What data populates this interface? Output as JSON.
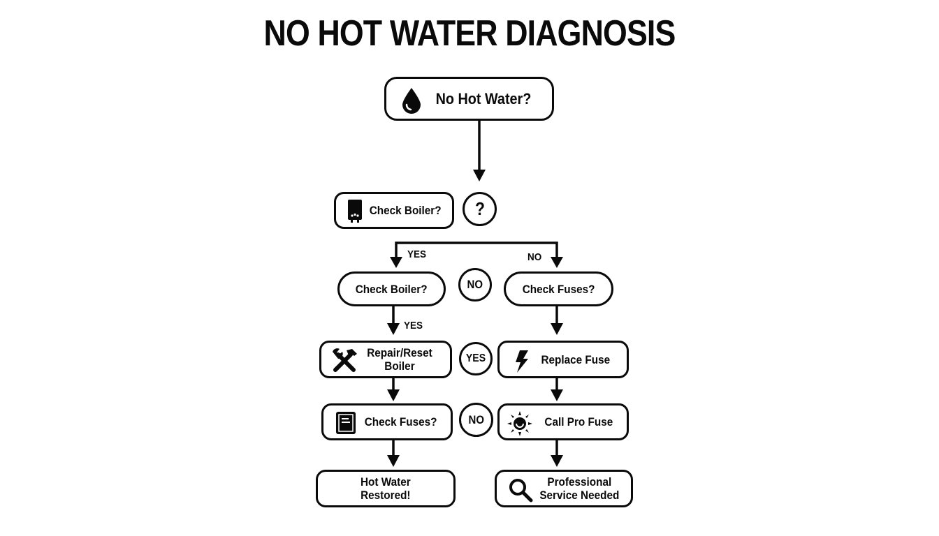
{
  "title": "NO HOT WATER DIAGNOSIS",
  "nodes": {
    "start": {
      "label": "No Hot Water?",
      "icon": "water-drop-icon"
    },
    "check_boiler_1": {
      "label": "Check Boiler?",
      "icon": "boiler-icon"
    },
    "question_badge": {
      "label": "?"
    },
    "check_boiler_2": {
      "label": "Check Boiler?"
    },
    "check_fuses_right": {
      "label": "Check Fuses?"
    },
    "repair_reset": {
      "label_line1": "Repair/Reset",
      "label_line2": "Boiler",
      "icon": "tools-icon"
    },
    "replace_fuse": {
      "label": "Replace Fuse",
      "icon": "lightning-icon"
    },
    "check_fuses_left": {
      "label": "Check Fuses?",
      "icon": "fuse-box-icon"
    },
    "call_pro": {
      "label": "Call Pro Fuse",
      "icon": "sun-icon"
    },
    "restored": {
      "label_line1": "Hot Water",
      "label_line2": "Restored!"
    },
    "professional": {
      "label_line1": "Professional",
      "label_line2": "Service Needed",
      "icon": "magnifier-icon"
    }
  },
  "badges": {
    "row1": "NO",
    "row2": "YES",
    "row3": "NO"
  },
  "edge_labels": {
    "branch_yes": "YES",
    "branch_no": "NO",
    "boiler_yes": "YES"
  },
  "colors": {
    "stroke": "#0a0a0a",
    "background": "#ffffff"
  }
}
